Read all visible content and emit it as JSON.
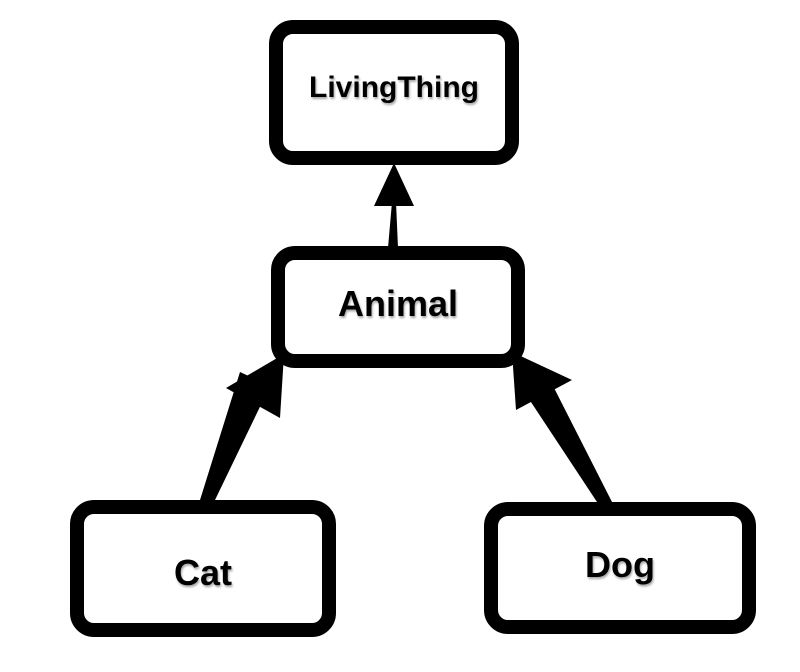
{
  "diagram": {
    "nodes": {
      "living_thing": "LivingThing",
      "animal": "Animal",
      "cat": "Cat",
      "dog": "Dog"
    },
    "edges": [
      {
        "from": "animal",
        "to": "living_thing"
      },
      {
        "from": "cat",
        "to": "animal"
      },
      {
        "from": "dog",
        "to": "animal"
      }
    ]
  },
  "colors": {
    "stroke": "#000000",
    "background": "#ffffff"
  }
}
